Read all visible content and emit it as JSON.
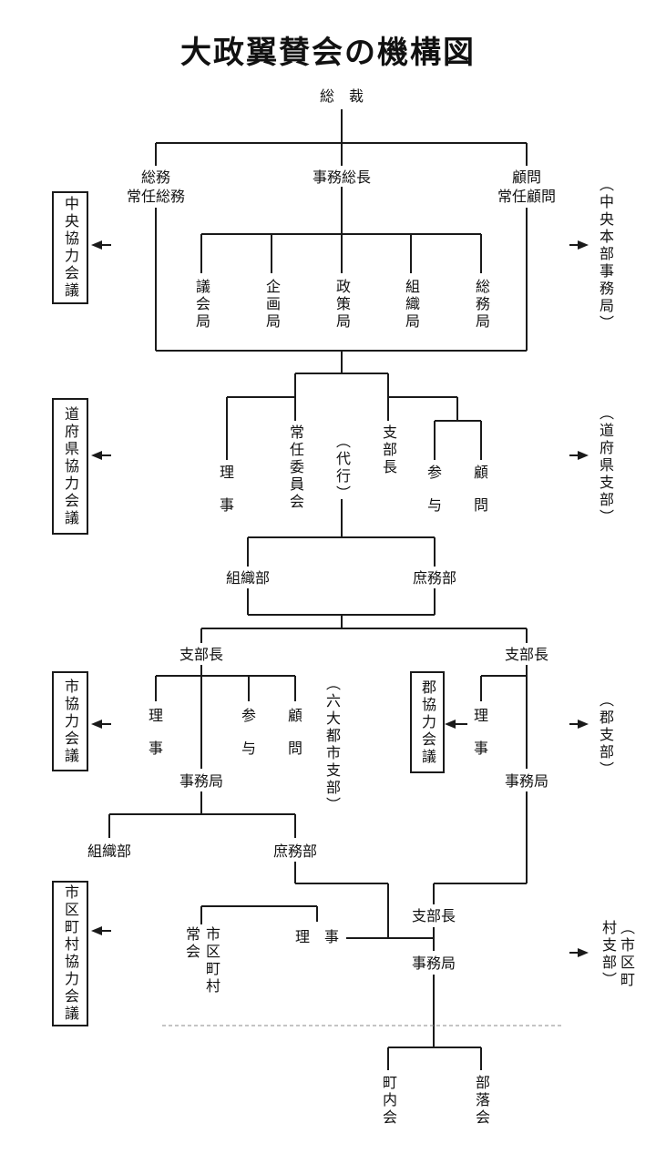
{
  "title": "大政翼賛会の機構図",
  "center": {
    "sosai": "総　裁",
    "somu": "総務\n常任総務",
    "jimu_socho": "事務総長",
    "komon": "顧問\n常任顧問",
    "bureaus": [
      "議会局",
      "企画局",
      "政策局",
      "組織局",
      "総務局"
    ]
  },
  "prefecture": {
    "riji_top": "理",
    "riji_bottom": "事",
    "jonin": "常任委員会",
    "daiko": "（代行）",
    "shibucho": "支部長",
    "sanyo_top": "参",
    "sanyo_bottom": "与",
    "komon_top": "顧",
    "komon_bottom": "問",
    "soshiki": "組織部",
    "shomu": "庶務部"
  },
  "city": {
    "shibucho": "支部長",
    "riji_top": "理",
    "riji_bottom": "事",
    "sanyo_top": "参",
    "sanyo_bottom": "与",
    "komon_top": "顧",
    "komon_bottom": "問",
    "jimukyoku": "事務局",
    "soshiki": "組織部",
    "shomu": "庶務部"
  },
  "county": {
    "shibucho": "支部長",
    "riji_top": "理",
    "riji_bottom": "事",
    "jimukyoku": "事務局"
  },
  "town": {
    "shibucho": "支部長",
    "riji": "理　事",
    "jonin_col1": "常会",
    "jonin_col2": "市区町村",
    "jimukyoku": "事務局",
    "chonaikai": "町内会",
    "burakukai": "部落会"
  },
  "left_boxes": [
    "中央協力会議",
    "道府県協力会議",
    "市協力会議",
    "郡協力会議",
    "市区町村協力会議"
  ],
  "right_labels": [
    "（中央本部事務局）",
    "（道府県支部）",
    "（六大都市支部）",
    "（郡支部）",
    "（市区町村支部）"
  ]
}
